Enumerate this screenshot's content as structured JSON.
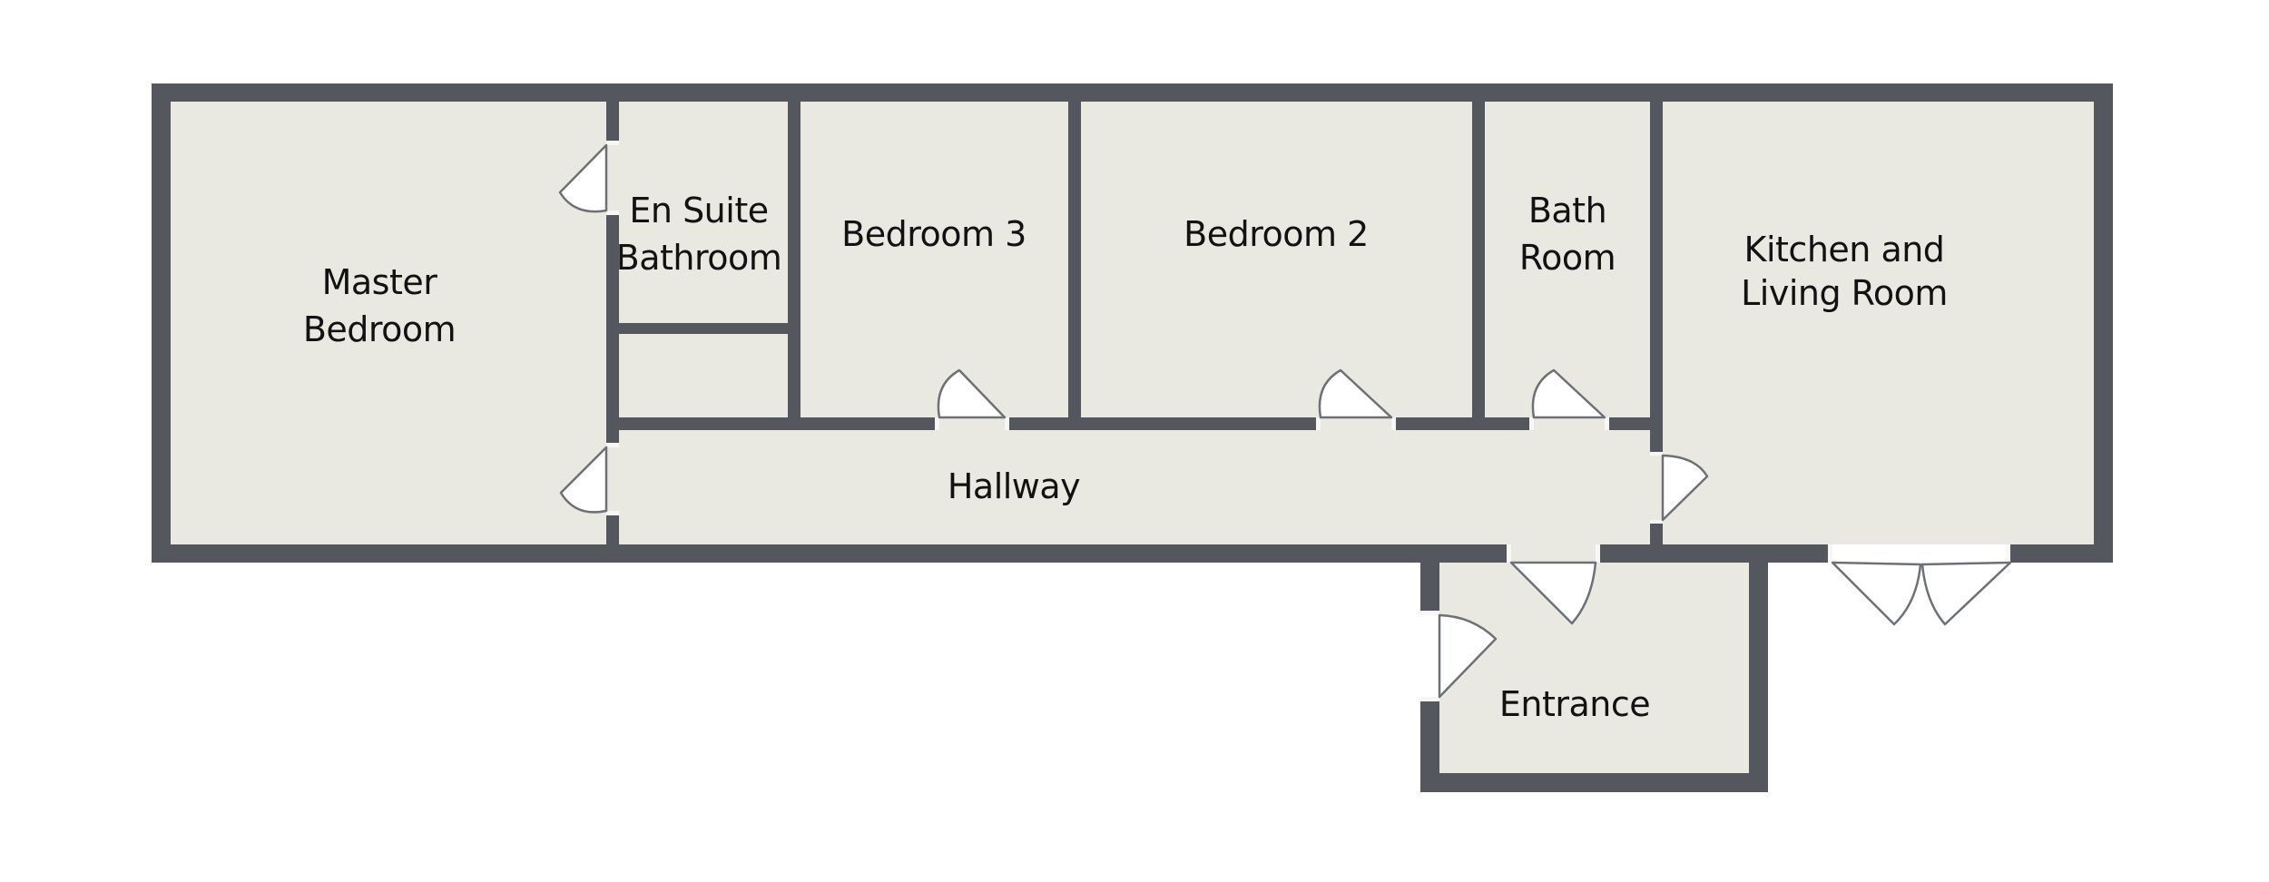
{
  "floor_plan": {
    "background_color": "#ffffff",
    "floor_color": "#e9e9e1",
    "wall_color": "#54585e",
    "door_line_color": "#6d7175",
    "wall_cap_color": "#f7f7f5",
    "label_color": "#121212",
    "rooms": [
      {
        "name": "master-bedroom",
        "lines": [
          "Master",
          "Bedroom"
        ]
      },
      {
        "name": "en-suite-bathroom",
        "lines": [
          "En Suite",
          "Bathroom"
        ]
      },
      {
        "name": "bedroom-3",
        "lines": [
          "Bedroom 3"
        ]
      },
      {
        "name": "bedroom-2",
        "lines": [
          "Bedroom 2"
        ]
      },
      {
        "name": "bath-room",
        "lines": [
          "Bath",
          "Room"
        ]
      },
      {
        "name": "kitchen-living-room",
        "lines": [
          "Kitchen and",
          "Living Room"
        ]
      },
      {
        "name": "hallway",
        "lines": [
          "Hallway"
        ]
      },
      {
        "name": "entrance",
        "lines": [
          "Entrance"
        ]
      }
    ],
    "doors": [
      "en-suite-door",
      "master-hallway-door",
      "bedroom-3-door",
      "bedroom-2-door",
      "bath-room-door",
      "kitchen-door",
      "hallway-entrance-door",
      "entrance-front-door",
      "french-door-left",
      "french-door-right"
    ]
  }
}
